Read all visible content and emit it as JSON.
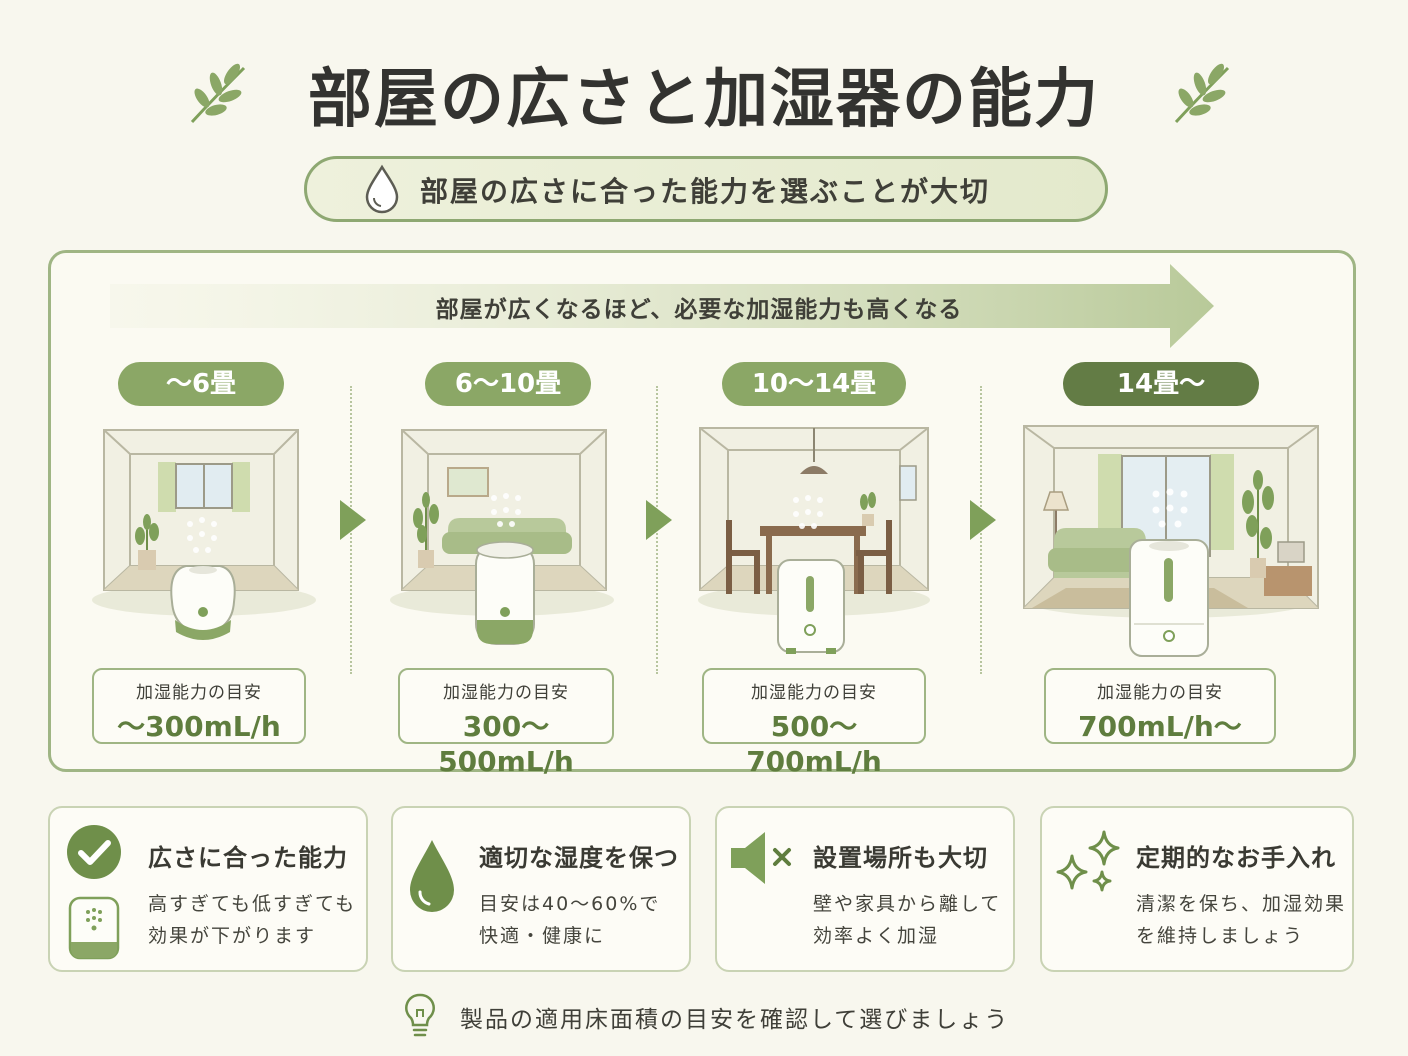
{
  "title": "部屋の広さと加湿器の能力",
  "subtitle": "部屋の広さに合った能力を選ぶことが大切",
  "flow_text": "部屋が広くなるほど、必要な加湿能力も高くなる",
  "rooms": [
    {
      "size": "～6畳",
      "cap_label": "加湿能力の目安",
      "cap_value": "～300mL/h"
    },
    {
      "size": "6～10畳",
      "cap_label": "加湿能力の目安",
      "cap_value": "300～500mL/h"
    },
    {
      "size": "10～14畳",
      "cap_label": "加湿能力の目安",
      "cap_value": "500～700mL/h"
    },
    {
      "size": "14畳～",
      "cap_label": "加湿能力の目安",
      "cap_value": "700mL/h～"
    }
  ],
  "tips": [
    {
      "title": "広さに合った能力",
      "line1": "高すぎても低すぎても",
      "line2": "効果が下がります",
      "icon": "check-circle-icon"
    },
    {
      "title": "適切な湿度を保つ",
      "line1": "目安は40～60%で",
      "line2": "快適・健康に",
      "icon": "water-drop-icon"
    },
    {
      "title": "設置場所も大切",
      "line1": "壁や家具から離して",
      "line2": "効率よく加湿",
      "icon": "speaker-mute-icon"
    },
    {
      "title": "定期的なお手入れ",
      "line1": "清潔を保ち、加湿効果",
      "line2": "を維持しましょう",
      "icon": "sparkle-icon"
    }
  ],
  "footer": "製品の適用床面積の目安を確認して選びましょう",
  "colors": {
    "accent": "#8ba766",
    "accent_dark": "#637c45",
    "border": "#9fb584",
    "background": "#f8f7ee"
  }
}
